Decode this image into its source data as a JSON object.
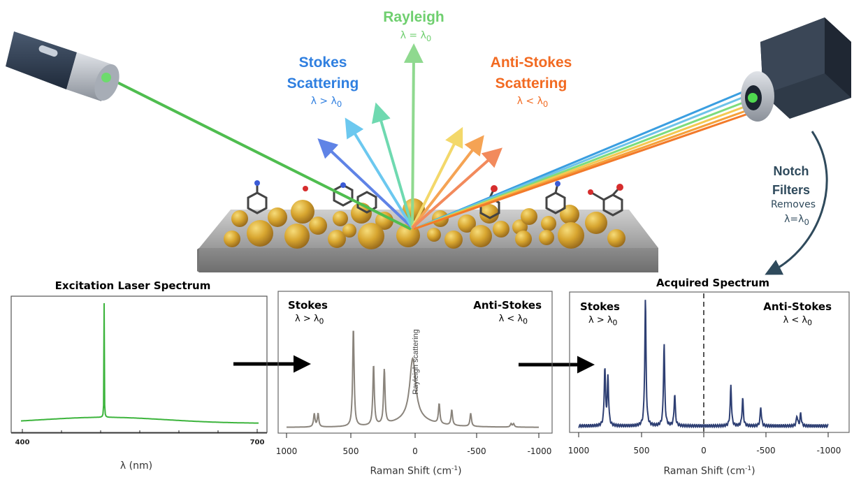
{
  "scattering": {
    "rayleigh": {
      "title": "Rayleigh",
      "relation": "λ = λ",
      "sub0": "0",
      "color": "#6fcf6f"
    },
    "stokes": {
      "title_line1": "Stokes",
      "title_line2": "Scattering",
      "relation": "λ > λ",
      "sub0": "0",
      "color": "#2f7fe0"
    },
    "anti_stokes": {
      "title_line1": "Anti-Stokes",
      "title_line2": "Scattering",
      "relation": "λ < λ",
      "sub0": "0",
      "color": "#f26a21"
    }
  },
  "notch": {
    "title_line1": "Notch",
    "title_line2": "Filters",
    "desc_line1": "Removes",
    "desc_line2": "λ=λ",
    "sub0": "0"
  },
  "panels": {
    "excitation": {
      "title": "Excitation Laser Spectrum",
      "x_ticks": [
        "400",
        "700"
      ],
      "xlabel": "λ (nm)",
      "line_color": "#3cb43c"
    },
    "raman": {
      "stokes_label": "Stokes",
      "stokes_rel": "λ > λ",
      "stokes_sub": "0",
      "anti_label": "Anti-Stokes",
      "anti_rel": "λ < λ",
      "anti_sub": "0",
      "rayleigh_annotation": "Rayleigh scattering",
      "x_ticks": [
        "1000",
        "500",
        "0",
        "-500",
        "-1000"
      ],
      "xlabel": "Raman Shift  (cm",
      "xlabel_sup": "-1",
      "xlabel_end": ")",
      "line_color": "#8a847c"
    },
    "acquired": {
      "title": "Acquired Spectrum",
      "stokes_label": "Stokes",
      "stokes_rel": "λ > λ",
      "stokes_sub": "0",
      "anti_label": "Anti-Stokes",
      "anti_rel": "λ < λ",
      "anti_sub": "0",
      "x_ticks": [
        "1000",
        "500",
        "0",
        "-500",
        "-1000"
      ],
      "xlabel": "Raman Shift  (cm",
      "xlabel_sup": "-1",
      "xlabel_end": ")",
      "line_color": "#2e3f73"
    }
  },
  "chart_data": [
    {
      "type": "line",
      "x_range": [
        400,
        700
      ],
      "peaks": [
        {
          "x": 505,
          "height": 1.0
        }
      ],
      "baseline_hump": 0.05
    },
    {
      "type": "line",
      "x_range": [
        1000,
        -1000
      ],
      "peaks": [
        {
          "x": 780,
          "height": 0.12
        },
        {
          "x": 750,
          "height": 0.12
        },
        {
          "x": 470,
          "height": 0.9
        },
        {
          "x": 310,
          "height": 0.55
        },
        {
          "x": 225,
          "height": 0.5
        },
        {
          "x": -210,
          "height": 0.18
        },
        {
          "x": -310,
          "height": 0.14
        },
        {
          "x": -460,
          "height": 0.12
        },
        {
          "x": -780,
          "height": 0.03
        },
        {
          "x": -800,
          "height": 0.03
        }
      ],
      "rayleigh_peak_x": 0
    },
    {
      "type": "line",
      "x_range": [
        1000,
        -1000
      ],
      "peaks": [
        {
          "x": 790,
          "height": 0.45
        },
        {
          "x": 765,
          "height": 0.38
        },
        {
          "x": 465,
          "height": 1.0
        },
        {
          "x": 315,
          "height": 0.65
        },
        {
          "x": 230,
          "height": 0.25
        },
        {
          "x": -220,
          "height": 0.32
        },
        {
          "x": -315,
          "height": 0.22
        },
        {
          "x": -460,
          "height": 0.15
        },
        {
          "x": -750,
          "height": 0.08
        },
        {
          "x": -780,
          "height": 0.1
        }
      ],
      "divider_x": 0
    }
  ]
}
